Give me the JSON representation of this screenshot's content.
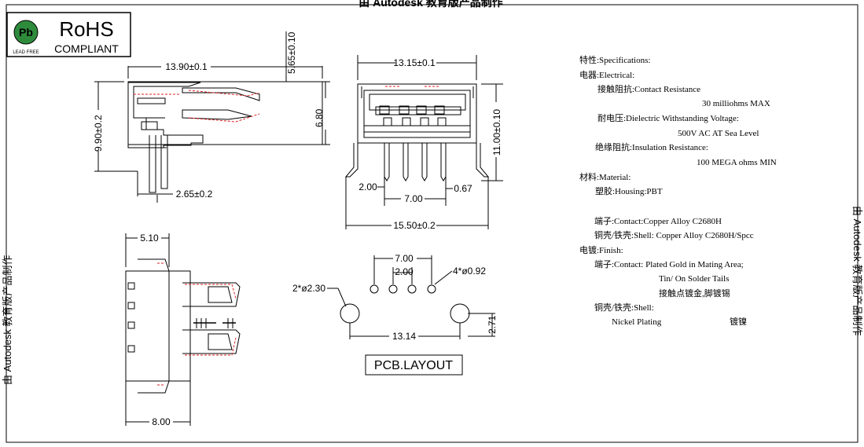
{
  "watermark": {
    "top": "由 Autodesk 教育版产品制作",
    "left": "由 Autodesk 教育版产品制作",
    "right": "由 Autodesk 教育版产品制作"
  },
  "logo": {
    "title": "RoHS",
    "subtitle": "COMPLIANT",
    "badge_caption": "LEAD FREE",
    "badge_letters": "Pb"
  },
  "side_view": {
    "width": "13.90±0.1",
    "height": "9.90±0.2",
    "pin_offset": "2.65±0.2",
    "top_offset": "5.65±0.10",
    "body_height": "6.80"
  },
  "front_view": {
    "top_width": "13.15±0.1",
    "total_width": "15.50±0.2",
    "height": "11.00±0.10",
    "left_gap": "2.00",
    "pin_span": "7.00",
    "pin_width": "0.67"
  },
  "top_view": {
    "tab_width": "5.10",
    "depth": "8.00"
  },
  "pcb": {
    "outer_span": "7.00",
    "pin_pitch": "2.00",
    "small_holes": "4*ø0.92",
    "large_holes": "2*ø2.30",
    "hole_spacing": "13.14",
    "offset": "2.71",
    "title": "PCB.LAYOUT"
  },
  "specs": [
    {
      "text": "特性:Specifications:"
    },
    {
      "text": "电器:Electrical:"
    },
    {
      "text": "接触阻抗:Contact Resistance"
    },
    {
      "text": "30 milliohms MAX"
    },
    {
      "text": "耐电压:Dielectric Withstanding Voltage:"
    },
    {
      "text": "500V AC AT Sea Level"
    },
    {
      "text": "绝缘阻抗:Insulation Resistance:"
    },
    {
      "text": "100 MEGA ohms MIN"
    },
    {
      "text": "材料:Material:"
    },
    {
      "text": "塑胶:Housing:PBT"
    },
    {
      "text": "端子:Contact:Copper Alloy  C2680H"
    },
    {
      "text": "铜壳/铁壳:Shell: Copper Alloy  C2680H/Spcc"
    },
    {
      "text": "电镀:Finish:"
    },
    {
      "text": "端子:Contact: Plated Gold in Mating Area;"
    },
    {
      "text": "Tin/ On Solder Tails"
    },
    {
      "text": "接触点镀金,脚镀锡"
    },
    {
      "text": "铜壳/铁壳:Shell:"
    },
    {
      "text": "Nickel Plating"
    },
    {
      "text": "镀镍"
    }
  ]
}
